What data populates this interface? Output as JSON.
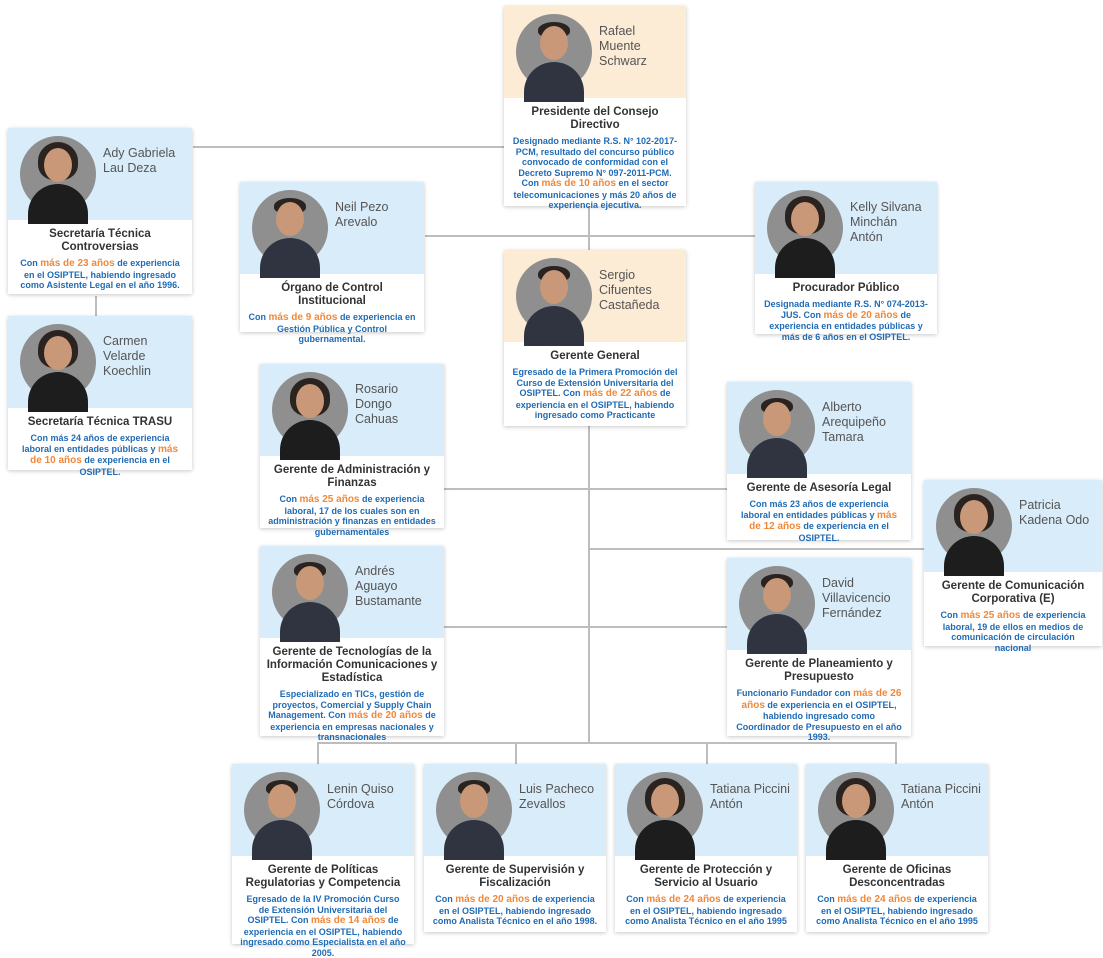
{
  "cards": [
    {
      "key": "pres",
      "person": "Rafael Muente Schwarz",
      "role": "Presidente del Consejo Directivo",
      "desc": [
        {
          "t": "Designado mediante R.S. N° 102-2017-PCM, resultado del concurso público convocado de conformidad con el Decreto Supremo N° 097-2011-PCM. Con "
        },
        {
          "t": "más de 10 años",
          "h": true
        },
        {
          "t": " en el sector telecomunicaciones y más 20 años de experiencia ejecutiva."
        }
      ]
    },
    {
      "key": "ctrl",
      "person": "Ady Gabriela Lau Deza",
      "role": "Secretaría Técnica Controversias",
      "desc": [
        {
          "t": "Con "
        },
        {
          "t": "más de 23 años",
          "h": true
        },
        {
          "t": " de experiencia en el OSIPTEL, habiendo ingresado como Asistente Legal en el año 1996."
        }
      ]
    },
    {
      "key": "trasu",
      "person": "Carmen Velarde Koechlin",
      "role": "Secretaría Técnica TRASU",
      "desc": [
        {
          "t": "Con más 24 años de experiencia laboral en entidades públicas y "
        },
        {
          "t": "más de 10 años",
          "h": true
        },
        {
          "t": " de experiencia en el OSIPTEL."
        }
      ]
    },
    {
      "key": "oci",
      "person": "Neil Pezo Arevalo",
      "role": "Órgano de Control Institucional",
      "desc": [
        {
          "t": "Con "
        },
        {
          "t": "más de 9 años",
          "h": true
        },
        {
          "t": " de experiencia en Gestión Pública y Control gubernamental."
        }
      ]
    },
    {
      "key": "gg",
      "person": "Sergio Cifuentes Castañeda",
      "role": "Gerente General",
      "desc": [
        {
          "t": "Egresado de la Primera Promoción del Curso de Extensión Universitaria del OSIPTEL. Con "
        },
        {
          "t": "más de 22 años",
          "h": true
        },
        {
          "t": " de experiencia en el OSIPTEL, habiendo ingresado como Practicante"
        }
      ]
    },
    {
      "key": "proc",
      "person": "Kelly Silvana Minchán Antón",
      "role": "Procurador Público",
      "desc": [
        {
          "t": "Designada mediante R.S. N° 074-2013-JUS. Con "
        },
        {
          "t": "más de 20 años",
          "h": true
        },
        {
          "t": " de experiencia en entidades públicas y más de 6 años en el OSIPTEL."
        }
      ]
    },
    {
      "key": "adm",
      "person": "Rosario Dongo Cahuas",
      "role": "Gerente de Administración y Finanzas",
      "desc": [
        {
          "t": "Con "
        },
        {
          "t": "más 25 años",
          "h": true
        },
        {
          "t": " de experiencia laboral, 17 de los cuales son en administración y finanzas en entidades gubernamentales"
        }
      ]
    },
    {
      "key": "legal",
      "person": "Alberto Arequipeño Tamara",
      "role": "Gerente de Asesoría Legal",
      "desc": [
        {
          "t": "Con más 23 años de experiencia laboral en entidades públicas y "
        },
        {
          "t": "más de 12 años",
          "h": true
        },
        {
          "t": " de experiencia en el OSIPTEL."
        }
      ]
    },
    {
      "key": "com",
      "person": "Patricia Kadena Odo",
      "role": "Gerente de Comunicación Corporativa (E)",
      "desc": [
        {
          "t": "Con "
        },
        {
          "t": "más 25 años",
          "h": true
        },
        {
          "t": " de experiencia laboral, 19 de ellos en medios de comunicación de circulación nacional"
        }
      ]
    },
    {
      "key": "tic",
      "person": "Andrés Aguayo Bustamante",
      "role": "Gerente de Tecnologías de la Información Comunicaciones y Estadística",
      "desc": [
        {
          "t": "Especializado en TICs, gestión de proyectos, Comercial y Supply Chain Management. Con "
        },
        {
          "t": "más de 20 años",
          "h": true
        },
        {
          "t": " de experiencia en empresas nacionales y transnacionales"
        }
      ]
    },
    {
      "key": "plan",
      "person": "David Villavicencio Fernández",
      "role": "Gerente de Planeamiento y Presupuesto",
      "desc": [
        {
          "t": "Funcionario Fundador con "
        },
        {
          "t": "más de 26 años",
          "h": true
        },
        {
          "t": " de experiencia en el OSIPTEL, habiendo ingresado como Coordinador de Presupuesto en el año 1993."
        }
      ]
    },
    {
      "key": "pol",
      "person": "Lenin Quiso Córdova",
      "role": "Gerente de Políticas Regulatorias y Competencia",
      "desc": [
        {
          "t": "Egresado de la IV Promoción Curso de Extensión Universitaria del OSIPTEL. Con "
        },
        {
          "t": "más de 14 años",
          "h": true
        },
        {
          "t": " de experiencia en el OSIPTEL, habiendo ingresado como Especialista en el año 2005."
        }
      ]
    },
    {
      "key": "sup",
      "person": "Luis Pacheco Zevallos",
      "role": "Gerente de Supervisión y Fiscalización",
      "desc": [
        {
          "t": "Con "
        },
        {
          "t": "más de 20 años",
          "h": true
        },
        {
          "t": " de experiencia en el OSIPTEL, habiendo ingresado como Analista Técnico en el año 1998."
        }
      ]
    },
    {
      "key": "prot",
      "person": "Tatiana Piccini Antón",
      "role": "Gerente de Protección y Servicio al Usuario",
      "desc": [
        {
          "t": "Con "
        },
        {
          "t": "más de 24 años",
          "h": true
        },
        {
          "t": " de experiencia en el OSIPTEL, habiendo ingresado como Analista Técnico en el año 1995"
        }
      ]
    },
    {
      "key": "ofi",
      "person": "Tatiana Piccini Antón",
      "role": "Gerente de Oficinas Desconcentradas",
      "desc": [
        {
          "t": "Con "
        },
        {
          "t": "más de 24 años",
          "h": true
        },
        {
          "t": " de experiencia en el OSIPTEL, habiendo ingresado como Analista Técnico en el año 1995"
        }
      ]
    }
  ]
}
